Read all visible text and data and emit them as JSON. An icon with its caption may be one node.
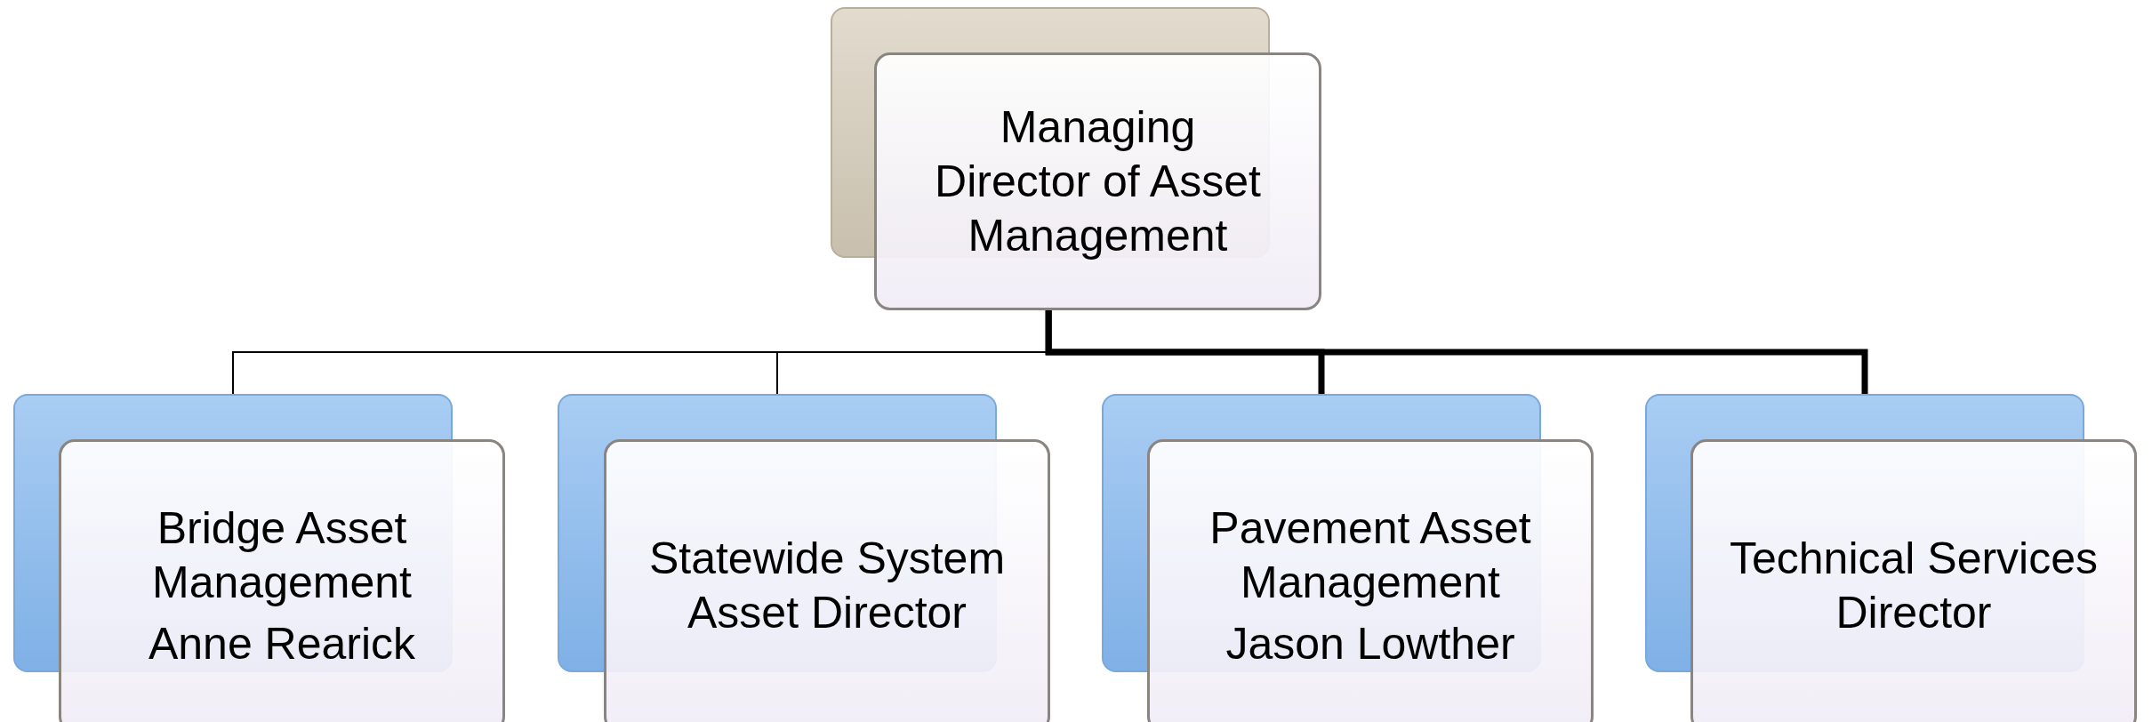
{
  "diagram": {
    "nodes": [
      {
        "text": [
          "Managing Director of Asset Management"
        ]
      },
      {
        "text": [
          "Bridge Asset Management",
          "Anne Rearick"
        ]
      },
      {
        "text": [
          "Statewide System Asset Director"
        ]
      },
      {
        "text": [
          "Pavement Asset Management",
          "Jason Lowther"
        ]
      },
      {
        "text": [
          "Technical Services Director"
        ]
      }
    ],
    "edges": [
      {
        "from": 0,
        "to": 1,
        "arrow": "none"
      },
      {
        "from": 0,
        "to": 2,
        "arrow": "none"
      },
      {
        "from": 0,
        "to": 3,
        "arrow": "none",
        "style": "thick"
      },
      {
        "from": 0,
        "to": 4,
        "arrow": "none",
        "style": "thick"
      }
    ]
  }
}
